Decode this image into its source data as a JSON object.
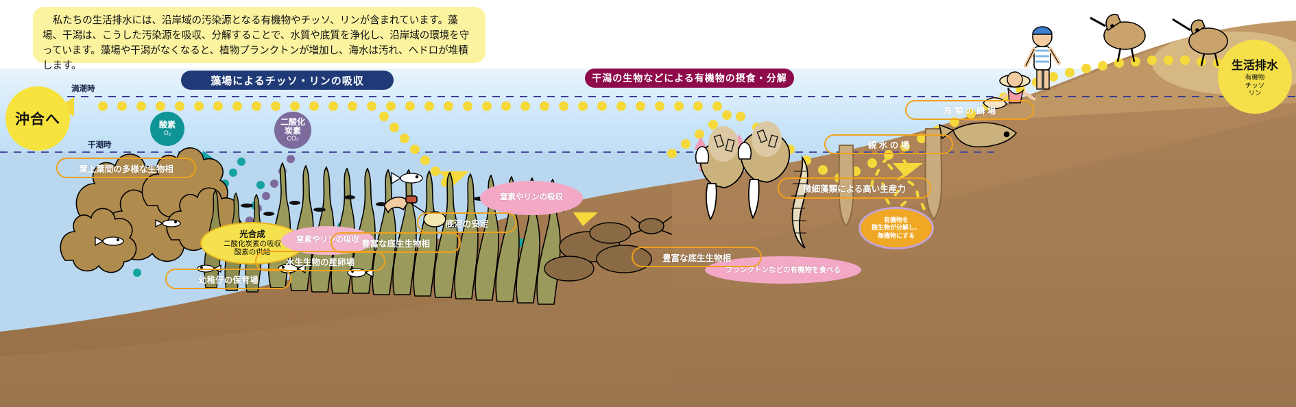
{
  "intro": {
    "text": "私たちの生活排水には、沿岸域の汚染源となる有機物やチッソ、リンが含まれています。藻場、干潟は、こうした汚染源を吸収、分解することで、水質や底質を浄化し、沿岸域の環境を守っています。藻場や干潟がなくなると、植物プランクトンが増加し、海水は汚れ、ヘドロが堆積します。"
  },
  "banners": {
    "seaweed": "藻場によるチッソ・リンの吸収",
    "tideflat": "干潟の生物などによる有機物の摂食・分解"
  },
  "circles": {
    "offshore": "沖合へ",
    "wastewater_title": "生活排水",
    "wastewater_sub": "有機物\nチッソ\nリン"
  },
  "tides": {
    "high": "満潮時",
    "low": "干潮時"
  },
  "bubbles": {
    "oxygen_name": "酸素",
    "oxygen_formula": "O₂",
    "co2_name": "二酸化\n炭素",
    "co2_formula": "CO₂"
  },
  "callouts": {
    "photosynthesis_title": "光合成",
    "photosynthesis_line1": "二酸化炭素の吸収",
    "photosynthesis_line2": "酸素の供給",
    "uptake_left": "窒素やリンの吸収",
    "uptake_right": "窒素やリンの吸収",
    "plankton_feed": "プランクトンなどの有機物を食べる",
    "decompose_l1": "有機物を",
    "decompose_l2": "微生物が分解し、",
    "decompose_l3": "無機物にする"
  },
  "labels": {
    "leaf_biota": "葉上葉間の多様な生物相",
    "sediment_stability": "底泥の安定",
    "benthos_left": "豊富な底生生物相",
    "spawning": "水生生物の産卵場",
    "nursery": "幼稚仔の保育場",
    "benthos_right": "豊富な底生生物相",
    "microalgae": "微細藻類による高い生産力",
    "bird_feeding": "鳥 類 の 餌 場",
    "water_contact": "親 水 の 場"
  },
  "colors": {
    "navy_banner": "#1f3a76",
    "wine_banner": "#8d0b4a",
    "yellow_circle": "#f7e33e",
    "label_outline": "#f0a11b",
    "teal_bubble": "#0f9496",
    "purple_bubble": "#7d6b9e",
    "water": "#bfe0f7",
    "land": "#a98258",
    "dot_path": "#f5d93b"
  }
}
